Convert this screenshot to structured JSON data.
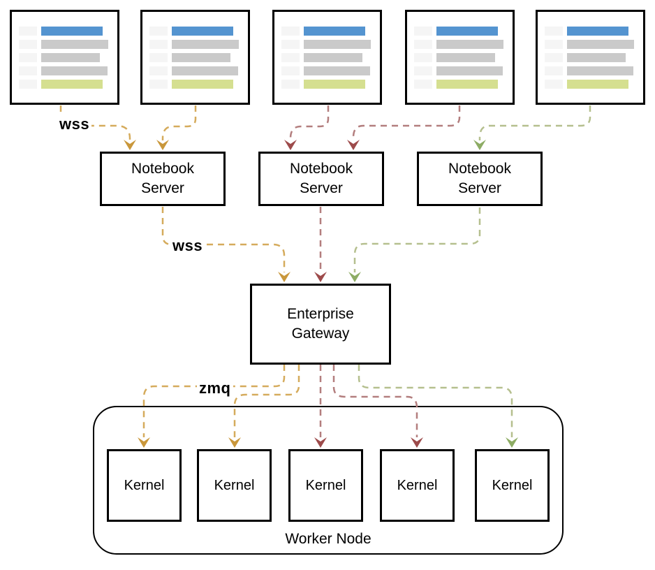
{
  "diagram": {
    "edge_labels": {
      "wss_clients": "wss",
      "wss_gateway": "wss",
      "zmq": "zmq"
    },
    "servers": [
      {
        "label": "Notebook Server"
      },
      {
        "label": "Notebook Server"
      },
      {
        "label": "Notebook Server"
      }
    ],
    "gateway": {
      "label": "Enterprise Gateway"
    },
    "worker_node": {
      "label": "Worker Node"
    },
    "kernels": [
      {
        "label": "Kernel"
      },
      {
        "label": "Kernel"
      },
      {
        "label": "Kernel"
      },
      {
        "label": "Kernel"
      },
      {
        "label": "Kernel"
      }
    ],
    "colors": {
      "orange_line": "#D5AB5C",
      "orange_head": "#C9973B",
      "red_line": "#B37E7E",
      "red_head": "#9D4B4B",
      "green_line": "#B5BF8E",
      "green_head": "#8DAC64",
      "thumb_blue": "#5494D0",
      "thumb_gray": "#CACACA",
      "thumb_green": "#D5DF90",
      "thumb_sidebar": "#F5F5F5"
    }
  }
}
